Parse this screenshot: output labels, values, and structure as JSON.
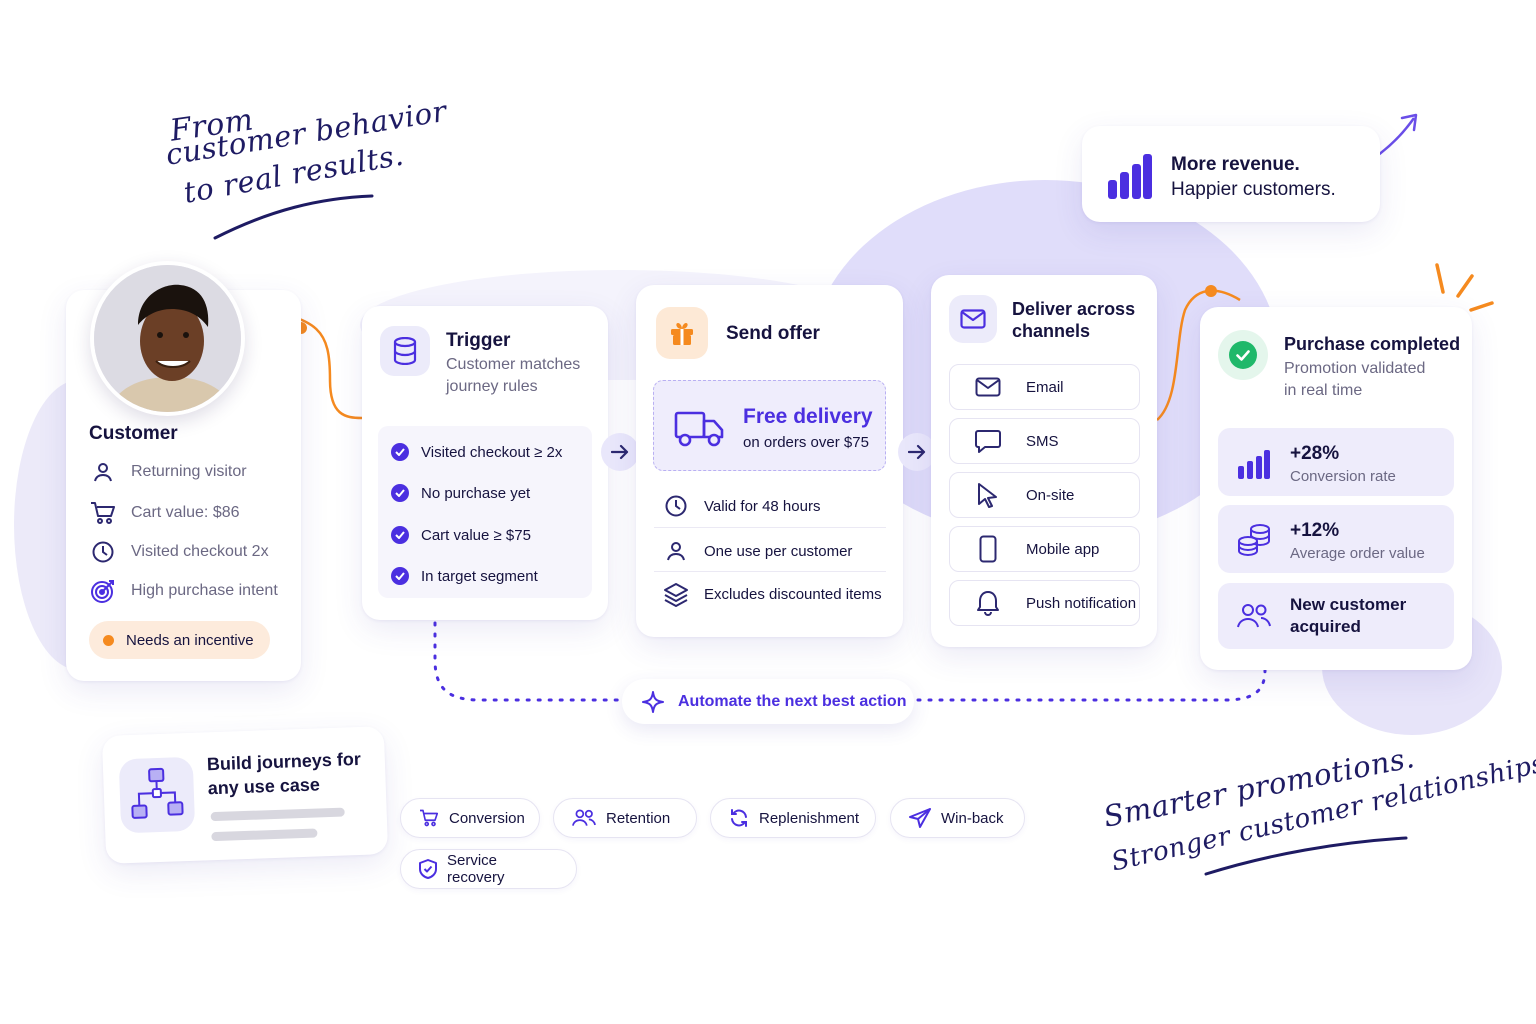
{
  "headline": {
    "line1": "From",
    "line2": "customer behavior",
    "line3": "to real results."
  },
  "revenue": {
    "title": "More revenue.",
    "subtitle": "Happier customers."
  },
  "customer": {
    "title": "Customer",
    "attributes": [
      {
        "icon": "user-icon",
        "label": "Returning visitor"
      },
      {
        "icon": "cart-icon",
        "label": "Cart value: $86"
      },
      {
        "icon": "clock-icon",
        "label": "Visited checkout 2x"
      },
      {
        "icon": "target-icon",
        "label": "High purchase intent"
      }
    ],
    "badge": "Needs an incentive"
  },
  "trigger": {
    "title": "Trigger",
    "subtitle_line1": "Customer matches",
    "subtitle_line2": "journey rules",
    "conditions": [
      "Visited checkout ≥ 2x",
      "No purchase yet",
      "Cart value ≥ $75",
      "In target segment"
    ]
  },
  "offer": {
    "title": "Send offer",
    "promo_title": "Free delivery",
    "promo_subtitle": "on orders over $75",
    "rules": [
      {
        "icon": "clock-icon",
        "label": "Valid for 48 hours"
      },
      {
        "icon": "user-icon",
        "label": "One use per customer"
      },
      {
        "icon": "layers-icon",
        "label": "Excludes discounted items"
      }
    ]
  },
  "channels": {
    "title_line1": "Deliver across",
    "title_line2": "channels",
    "items": [
      {
        "icon": "mail-icon",
        "label": "Email"
      },
      {
        "icon": "chat-icon",
        "label": "SMS"
      },
      {
        "icon": "cursor-icon",
        "label": "On-site"
      },
      {
        "icon": "phone-icon",
        "label": "Mobile app"
      },
      {
        "icon": "bell-icon",
        "label": "Push notification"
      }
    ]
  },
  "purchase": {
    "title": "Purchase completed",
    "subtitle_line1": "Promotion validated",
    "subtitle_line2": "in real time",
    "metrics": [
      {
        "icon": "bar-chart-icon",
        "value": "+28%",
        "label": "Conversion rate"
      },
      {
        "icon": "coins-icon",
        "value": "+12%",
        "label": "Average order value"
      }
    ],
    "new_customer_line1": "New customer",
    "new_customer_line2": "acquired"
  },
  "automate": {
    "label": "Automate the next best action"
  },
  "journeys": {
    "title_line1": "Build journeys for",
    "title_line2": "any use case",
    "use_cases": [
      {
        "icon": "cart-icon",
        "label": "Conversion"
      },
      {
        "icon": "users-icon",
        "label": "Retention"
      },
      {
        "icon": "refresh-icon",
        "label": "Replenishment"
      },
      {
        "icon": "send-icon",
        "label": "Win-back"
      },
      {
        "icon": "shield-icon",
        "label": "Service recovery"
      }
    ]
  },
  "tagline": {
    "line1": "Smarter promotions.",
    "line2": "Stronger customer relationships."
  },
  "colors": {
    "accent": "#4b2fe0",
    "ink": "#16133f",
    "orange": "#f58a1f",
    "green": "#1fb86a",
    "lavender": "#e9e7fb"
  }
}
